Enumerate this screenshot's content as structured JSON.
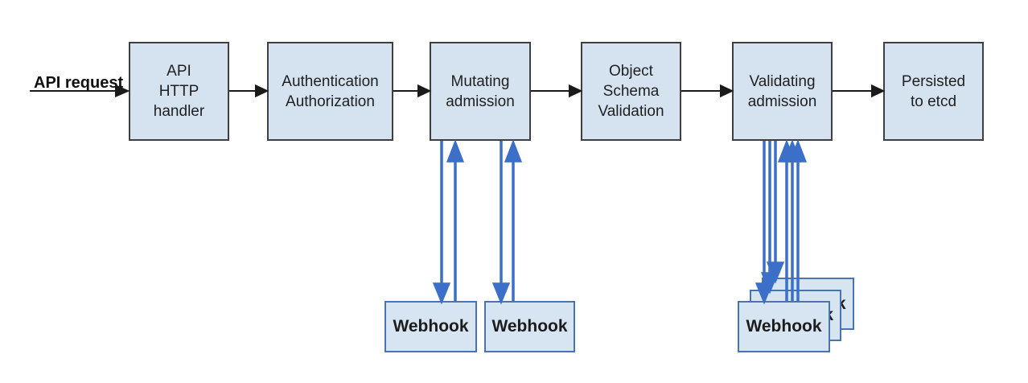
{
  "diagram": {
    "input_label": "API request",
    "nodes": [
      {
        "id": "api-http-handler",
        "label": "API\nHTTP\nhandler"
      },
      {
        "id": "authentication-authorization",
        "label": "Authentication\nAuthorization"
      },
      {
        "id": "mutating-admission",
        "label": "Mutating\nadmission"
      },
      {
        "id": "object-schema-validation",
        "label": "Object\nSchema\nValidation"
      },
      {
        "id": "validating-admission",
        "label": "Validating\nadmission"
      },
      {
        "id": "persisted-to-etcd",
        "label": "Persisted\nto etcd"
      }
    ],
    "mutating_webhooks": [
      {
        "label": "Webhook"
      },
      {
        "label": "Webhook"
      }
    ],
    "validating_webhooks": [
      {
        "label": "Webhook"
      },
      {
        "label": "Webhook"
      },
      {
        "label": "Webhook"
      }
    ],
    "colors": {
      "node_fill": "#d5e3f1",
      "node_border": "#3f3f3f",
      "webhook_border": "#4a74ad",
      "webhook_arrow_blue": "#3c6fc8",
      "flow_arrow_black": "#1a1a1a"
    }
  }
}
